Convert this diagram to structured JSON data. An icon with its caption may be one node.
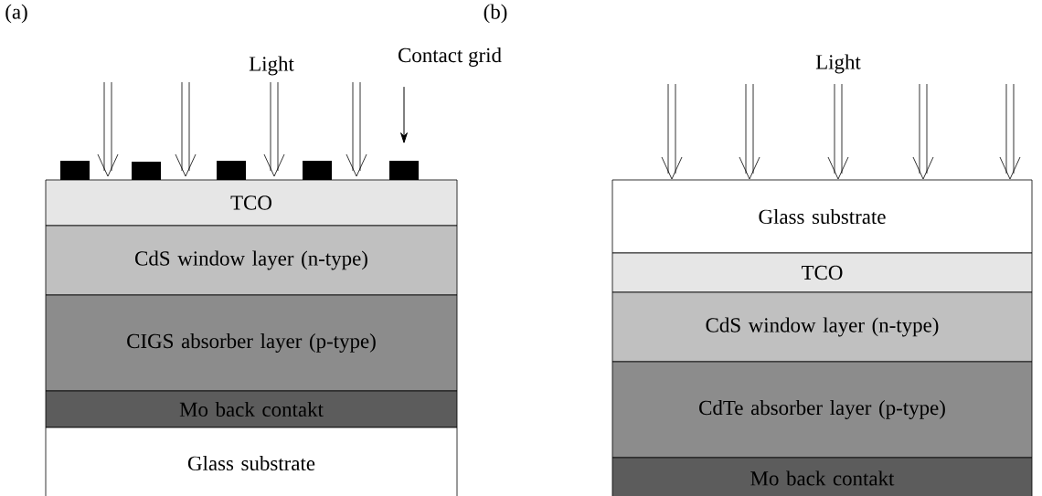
{
  "diagram": {
    "nodes": [
      {
        "text": [
          "Contact grid"
        ]
      },
      {
        "text": [],
        "shape": "bar"
      },
      {
        "text": [],
        "shape": "bar"
      },
      {
        "text": [],
        "shape": "bar"
      },
      {
        "text": [],
        "shape": "bar"
      },
      {
        "text": [],
        "shape": "bar"
      },
      {
        "text": [
          "TCO"
        ]
      },
      {
        "text": [
          "CdS window layer (n-type)"
        ]
      },
      {
        "text": [
          "CIGS absorber layer (p-type)"
        ]
      },
      {
        "text": [
          "Mo back contakt"
        ]
      },
      {
        "text": [
          "Glass substrate"
        ]
      },
      {
        "text": [
          "Glass substrate"
        ]
      },
      {
        "text": [
          "TCO"
        ]
      },
      {
        "text": [
          "CdS window layer (n-type)"
        ]
      },
      {
        "text": [
          "CdTe absorber layer (p-type)"
        ]
      },
      {
        "text": [
          "Mo back contakt"
        ]
      }
    ],
    "edges": [
      {
        "from": 0,
        "to": 5,
        "arrow": "to"
      }
    ],
    "labels": [
      "(a)",
      "(b)",
      "Light",
      "Light"
    ]
  }
}
